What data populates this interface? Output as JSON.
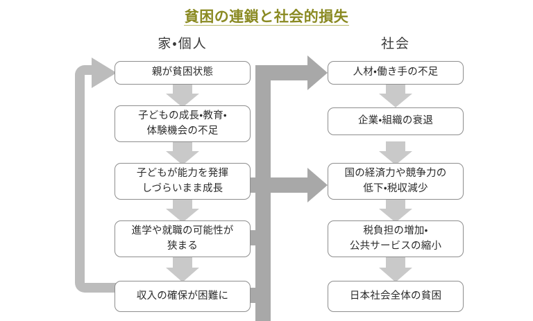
{
  "title": "貧困の連鎖と社会的損失",
  "colors": {
    "title": "#8a8a22",
    "title_rule": "#b9b96a",
    "box_border": "#8d8d8d",
    "box_fill": "#ffffff",
    "text": "#2b2b2b",
    "down_arrow": "#c9c9c9",
    "connector_arrow": "#a8a8a8"
  },
  "columns": [
    {
      "id": "left",
      "heading": "家・個人"
    },
    {
      "id": "right",
      "heading": "社会"
    }
  ],
  "left_nodes": [
    {
      "id": "l1",
      "label": "親が貧困状態"
    },
    {
      "id": "l2",
      "label": "子どもの成長・教育・\n体験機会の不足"
    },
    {
      "id": "l3",
      "label": "子どもが能力を発揮\nしづらいまま成長"
    },
    {
      "id": "l4",
      "label": "進学や就職の可能性が\n狭まる"
    },
    {
      "id": "l5",
      "label": "収入の確保が困難に"
    }
  ],
  "right_nodes": [
    {
      "id": "r1",
      "label": "人材・働き手の不足"
    },
    {
      "id": "r2",
      "label": "企業・組織の衰退"
    },
    {
      "id": "r3",
      "label": "国の経済力や競争力の\n低下・税収減少"
    },
    {
      "id": "r4",
      "label": "税負担の増加・\n公共サービスの縮小"
    },
    {
      "id": "r5",
      "label": "日本社会全体の貧困"
    }
  ],
  "connectors": {
    "left_chain": [
      {
        "from": "l1",
        "to": "l2"
      },
      {
        "from": "l2",
        "to": "l3"
      },
      {
        "from": "l3",
        "to": "l4"
      },
      {
        "from": "l4",
        "to": "l5"
      }
    ],
    "right_chain": [
      {
        "from": "r1",
        "to": "r2"
      },
      {
        "from": "r2",
        "to": "r3"
      },
      {
        "from": "r3",
        "to": "r4"
      },
      {
        "from": "r4",
        "to": "r5"
      }
    ],
    "feedback_loop": {
      "from": "l5",
      "to": "l1",
      "direction": "left-up-right"
    },
    "cross_links": [
      {
        "from": "l3",
        "to": "trunk"
      },
      {
        "from": "l4",
        "to": "trunk"
      },
      {
        "from": "l5",
        "to": "trunk"
      },
      {
        "from": "trunk",
        "to": "r1"
      },
      {
        "from": "trunk",
        "to": "r3"
      }
    ]
  }
}
